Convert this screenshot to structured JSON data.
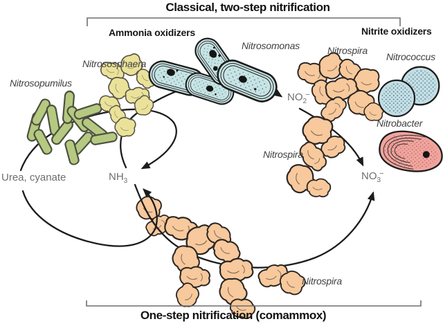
{
  "titles": {
    "top": "Classical, two-step nitrification",
    "bottom": "One-step nitrification (comammox)"
  },
  "groups": {
    "ammonia_oxidizers": "Ammonia oxidizers",
    "nitrite_oxidizers": "Nitrite oxidizers"
  },
  "organisms": {
    "nitrosopumilus": {
      "label": "Nitrosopumilus",
      "color": "#b6c981"
    },
    "nitrososphaera": {
      "label": "Nitrososphaera",
      "color": "#ebe29a"
    },
    "nitrosomonas": {
      "label": "Nitrosomonas",
      "color": "#c7e3e4"
    },
    "nitrospira_top": {
      "label": "Nitrospira",
      "color": "#f7c99c"
    },
    "nitrococcus": {
      "label": "Nitrococcus",
      "color": "#c3dde4"
    },
    "nitrobacter": {
      "label": "Nitrobacter",
      "color": "#f1a49e"
    },
    "nitrospira_mid": {
      "label": "Nitrospira",
      "color": "#f7c99c"
    },
    "nitrospira_bottom": {
      "label": "Nitrospira",
      "color": "#f7c99c"
    }
  },
  "compounds": {
    "ammonia": {
      "base": "NH",
      "sub": "3",
      "sup": ""
    },
    "nitrite": {
      "base": "NO",
      "sub": "2",
      "sup": "−"
    },
    "nitrate": {
      "base": "NO",
      "sub": "3",
      "sup": "−"
    },
    "substrates": "Urea, cyanate"
  },
  "colors": {
    "arrow": "#1c1c1c",
    "bracket": "#6e6f72",
    "chem_text": "#6d6e71",
    "organism_text": "#3f3f41",
    "heading_text": "#161616",
    "background": "#ffffff"
  }
}
